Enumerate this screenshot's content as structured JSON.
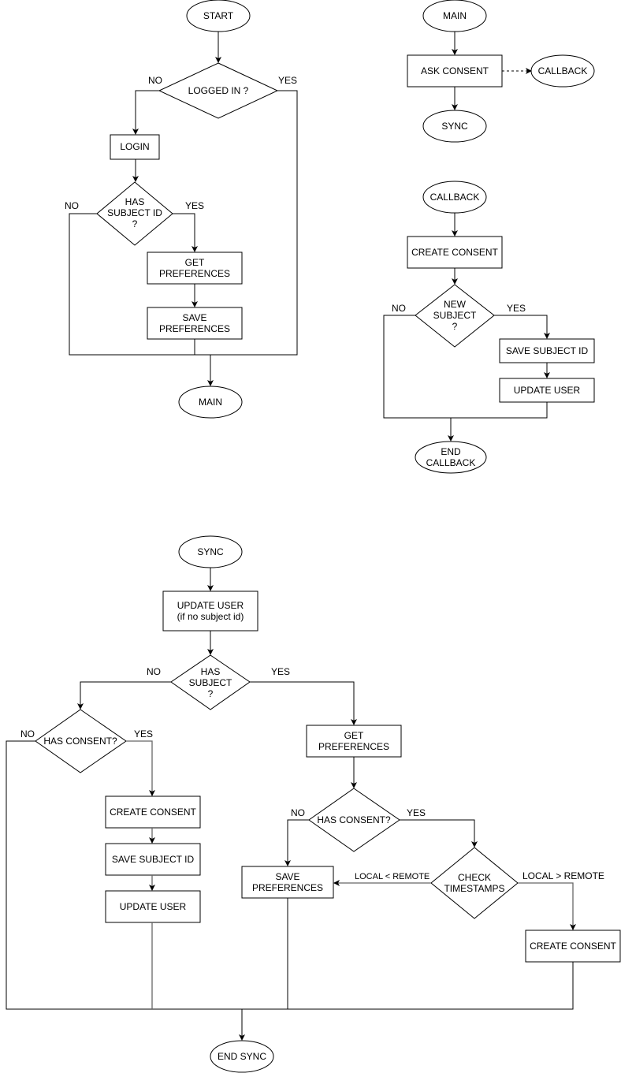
{
  "diagram": {
    "flow_login": {
      "start": "START",
      "logged_in": "LOGGED IN ?",
      "login": "LOGIN",
      "has_subject_id": [
        "HAS",
        "SUBJECT ID",
        "?"
      ],
      "get_preferences": [
        "GET",
        "PREFERENCES"
      ],
      "save_preferences": [
        "SAVE",
        "PREFERENCES"
      ],
      "main": "MAIN",
      "edge_labels": {
        "logged_no": "NO",
        "logged_yes": "YES",
        "subj_no": "NO",
        "subj_yes": "YES"
      }
    },
    "flow_main": {
      "main": "MAIN",
      "ask_consent": "ASK CONSENT",
      "callback": "CALLBACK",
      "sync": "SYNC"
    },
    "flow_callback": {
      "callback": "CALLBACK",
      "create_consent": "CREATE CONSENT",
      "new_subject": [
        "NEW",
        "SUBJECT",
        "?"
      ],
      "save_subject_id": "SAVE SUBJECT ID",
      "update_user": "UPDATE USER",
      "end_callback": [
        "END",
        "CALLBACK"
      ],
      "edge_labels": {
        "no": "NO",
        "yes": "YES"
      }
    },
    "flow_sync": {
      "sync": "SYNC",
      "update_user_if": [
        "UPDATE USER",
        "(if no subject id)"
      ],
      "has_subject": [
        "HAS",
        "SUBJECT",
        "?"
      ],
      "left_has_consent": "HAS CONSENT?",
      "left_create_consent": "CREATE CONSENT",
      "left_save_subject_id": "SAVE SUBJECT ID",
      "left_update_user": "UPDATE USER",
      "get_preferences": [
        "GET",
        "PREFERENCES"
      ],
      "right_has_consent": "HAS CONSENT?",
      "save_preferences": [
        "SAVE",
        "PREFERENCES"
      ],
      "check_timestamps": [
        "CHECK",
        "TIMESTAMPS"
      ],
      "right_create_consent": "CREATE CONSENT",
      "end_sync": "END SYNC",
      "edge_labels": {
        "subject_no": "NO",
        "subject_yes": "YES",
        "left_consent_no": "NO",
        "left_consent_yes": "YES",
        "right_consent_no": "NO",
        "right_consent_yes": "YES",
        "local_lt_remote": "LOCAL < REMOTE",
        "local_gt_remote": "LOCAL > REMOTE"
      }
    }
  }
}
